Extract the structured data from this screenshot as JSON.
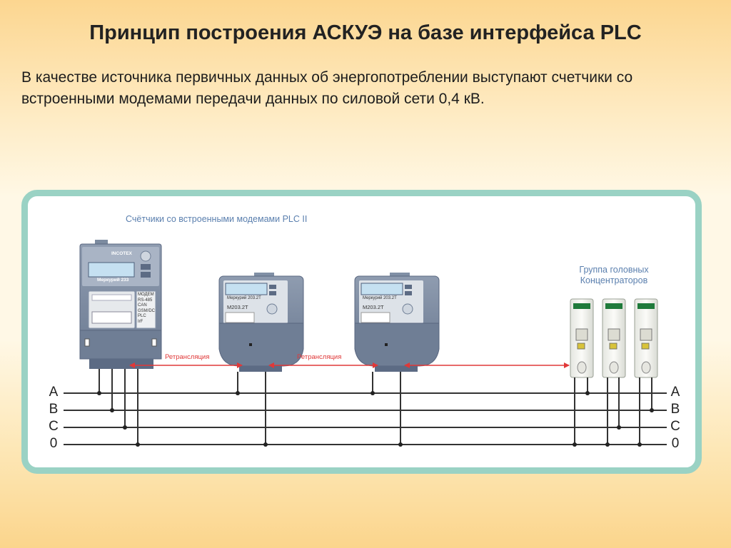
{
  "slide": {
    "title": "Принцип  построения АСКУЭ на базе интерфейса PLC",
    "text": "В качестве источника первичных данных об энергопотреблении выступают счетчики со встроенными модемами передачи данных по силовой сети 0,4 кВ."
  },
  "diagram": {
    "meters_label": "Счётчики со встроенными модемами PLC II",
    "concentrators_label_line1": "Группа головных",
    "concentrators_label_line2": "Концентраторов",
    "relay_label_1": "Ретрансляция",
    "relay_label_2": "Ретрансляция",
    "phases_left": [
      "A",
      "B",
      "C",
      "0"
    ],
    "phases_right": [
      "A",
      "B",
      "C",
      "0"
    ],
    "meter1": {
      "brand": "INCOTEX",
      "model": "Меркурий 233",
      "ports": [
        "МОДЕМ",
        "RS-485",
        "CAN",
        "GSM/DC",
        "PLC",
        "IrF"
      ]
    },
    "meter2": {
      "model_small": "Меркурий 203.2T",
      "model": "M203.2T"
    },
    "meter3": {
      "model_small": "Меркурий 203.2T",
      "model": "M203.2T"
    },
    "colors": {
      "panel_border": "#9ad2c4",
      "relay_arrow": "#e03838",
      "label_blue": "#5a7fae",
      "meter_body": "#7c8ba0"
    }
  }
}
